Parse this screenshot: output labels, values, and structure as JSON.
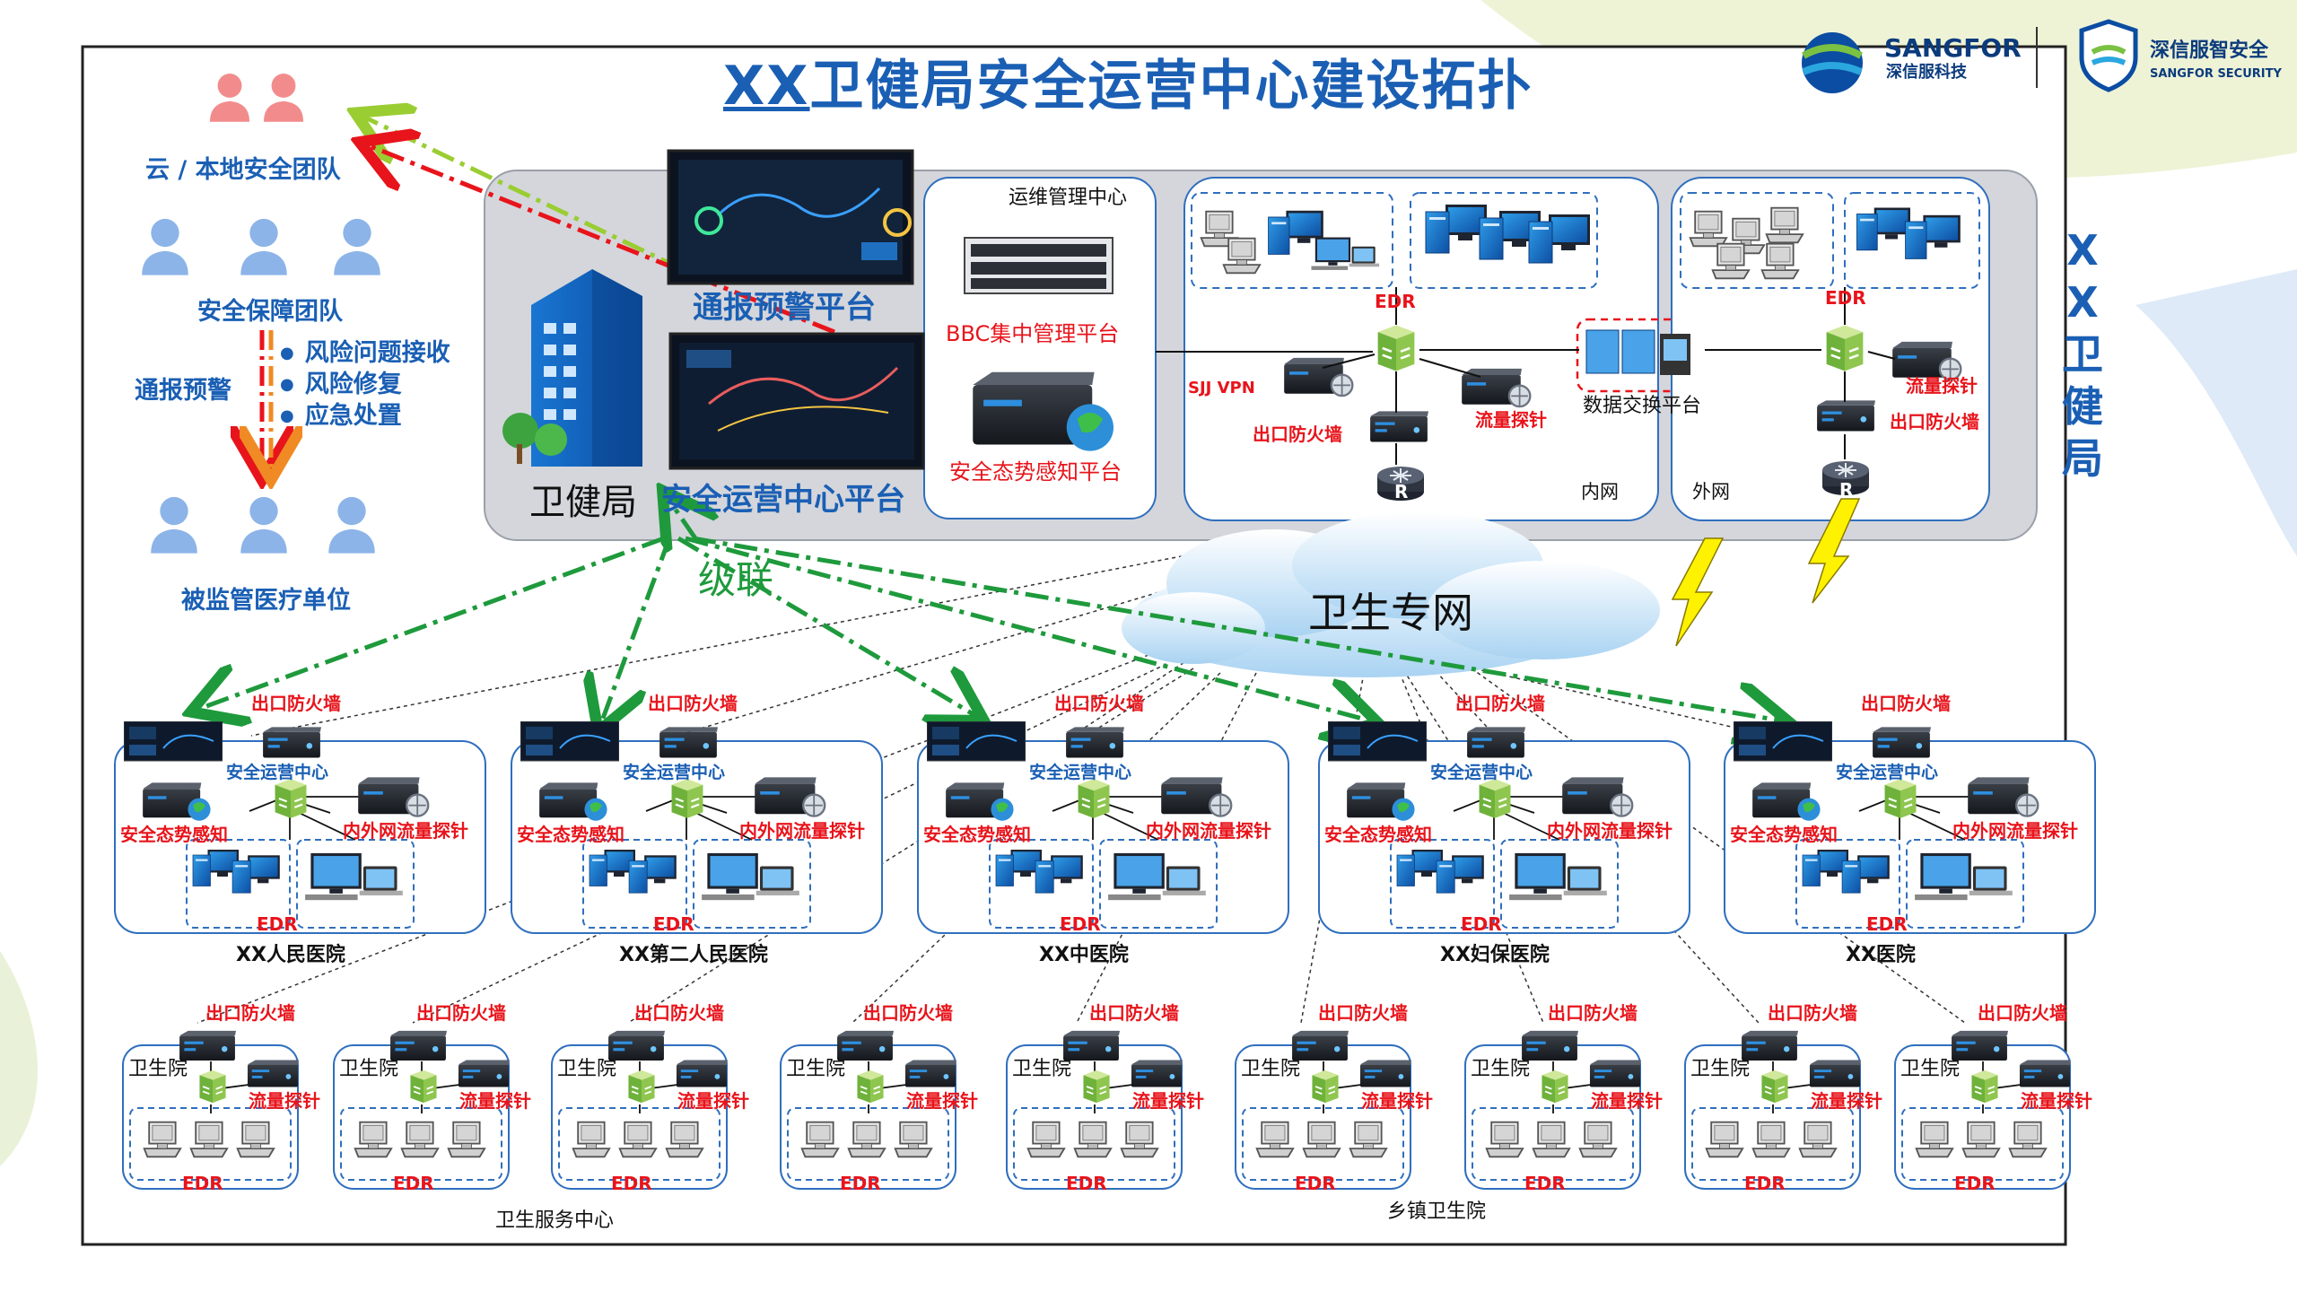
{
  "title": {
    "prefix": "XX",
    "main": "卫健局安全运营中心建设拓扑"
  },
  "logos": {
    "sangfor_en": "SANGFOR",
    "sangfor_cn": "深信服科技",
    "security_cn": "深信服智安全",
    "security_en": "SANGFOR SECURITY"
  },
  "left_panel": {
    "cloud_team": "云 / 本地安全团队",
    "assurance_team": "安全保障团队",
    "alert_label": "通报预警",
    "bullets": [
      "风险问题接收",
      "风险修复",
      "应急处置"
    ],
    "supervised_units": "被监管医疗单位"
  },
  "bureau": {
    "label": "卫健局",
    "vertical_label": [
      "X",
      "X",
      "卫",
      "健",
      "局"
    ],
    "alert_platform": "通报预警平台",
    "soc_platform": "安全运营中心平台",
    "ops_center": "运维管理中心",
    "bbc": "BBC集中管理平台",
    "situation": "安全态势感知平台",
    "sjj_vpn": "SJJ VPN",
    "intranet": {
      "edr": "EDR",
      "exit_fw": "出口防火墙",
      "probe": "流量探针",
      "zone": "内网",
      "router": "R"
    },
    "exchange": "数据交换平台",
    "extranet": {
      "edr": "EDR",
      "probe": "流量探针",
      "exit_fw": "出口防火墙",
      "zone": "外网",
      "router": "R"
    }
  },
  "cascade": "级联",
  "cloud": "卫生专网",
  "hospitals": [
    {
      "name": "XX人民医院",
      "fw": "出口防火墙",
      "soc": "安全运营中心",
      "situation": "安全态势感知",
      "probe": "内外网流量探针",
      "edr": "EDR"
    },
    {
      "name": "XX第二人民医院",
      "fw": "出口防火墙",
      "soc": "安全运营中心",
      "situation": "安全态势感知",
      "probe": "内外网流量探针",
      "edr": "EDR"
    },
    {
      "name": "XX中医院",
      "fw": "出口防火墙",
      "soc": "安全运营中心",
      "situation": "安全态势感知",
      "probe": "内外网流量探针",
      "edr": "EDR"
    },
    {
      "name": "XX妇保医院",
      "fw": "出口防火墙",
      "soc": "安全运营中心",
      "situation": "安全态势感知",
      "probe": "内外网流量探针",
      "edr": "EDR"
    },
    {
      "name": "XX医院",
      "fw": "出口防火墙",
      "soc": "安全运营中心",
      "situation": "安全态势感知",
      "probe": "内外网流量探针",
      "edr": "EDR"
    }
  ],
  "clinic": {
    "name": "卫生院",
    "fw": "出口防火墙",
    "probe": "流量探针",
    "edr": "EDR"
  },
  "clinic_count": 9,
  "bottom_labels": {
    "service_center": "卫生服务中心",
    "township": "乡镇卫生院"
  },
  "colors": {
    "accent_blue": "#1a5fb4",
    "alert_red": "#e8141b",
    "cascade_green": "#1e9a3c",
    "panel_gray": "#d4d6db",
    "box_border": "#2f6fbe"
  }
}
